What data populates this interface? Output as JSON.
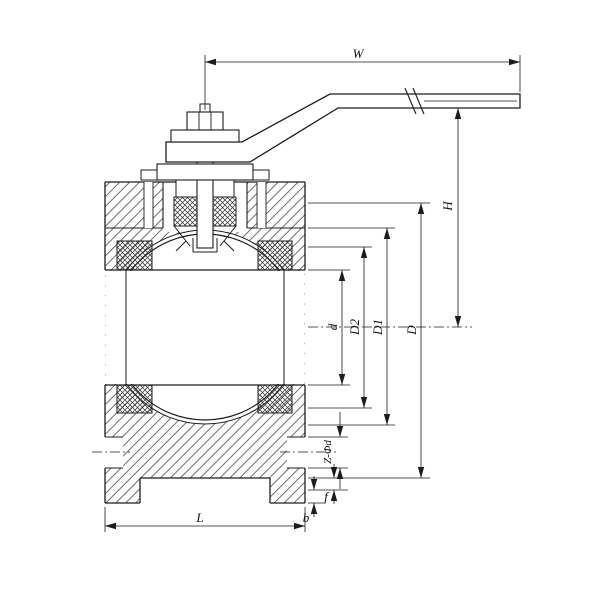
{
  "drawing": {
    "dimension_labels": {
      "w": "W",
      "h": "H",
      "d": "d",
      "d2": "D2",
      "d1": "D1",
      "D": "D",
      "zd": "Z-Φd",
      "f": "f",
      "b": "b",
      "l": "L"
    },
    "colors": {
      "background": "#ffffff",
      "line": "#1c1c1c"
    }
  }
}
